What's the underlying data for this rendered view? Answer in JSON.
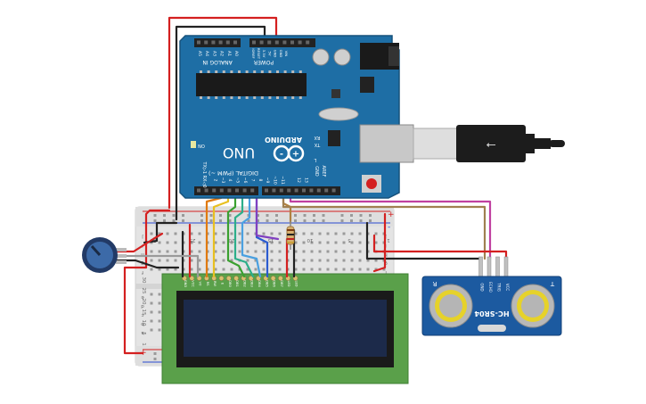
{
  "arduino": {
    "brand": "ARDUINO",
    "model": "UNO",
    "analog_label": "ANALOG IN",
    "power_label": "POWER",
    "digital_label": "DIGITAL (PWM ~)",
    "aref": "AREF",
    "gnd": "GND",
    "on_label": "ON",
    "tx_label": "TX",
    "rx_label": "RX",
    "l_label": "L",
    "txrx_pins": "TX▷1  RX◁0",
    "analog_pins": [
      "A5",
      "A4",
      "A3",
      "A2",
      "A1",
      "A0"
    ],
    "power_pins": [
      "VIN",
      "GND",
      "GND",
      "5V",
      "3.3V",
      "RESET",
      "IOREF"
    ],
    "digital_pins": [
      "~11",
      "~10",
      "~9",
      "8",
      "7",
      "~6",
      "~5",
      "4",
      "~3",
      "2"
    ],
    "digital_pins_top": [
      "12",
      "13"
    ]
  },
  "sensor": {
    "model": "HC-SR04",
    "pins": [
      "VCC",
      "TRIG",
      "ECHO",
      "GND"
    ],
    "left_mark": "T",
    "right_mark": "R"
  },
  "lcd": {
    "pins": [
      "GND",
      "VCC",
      "V0",
      "RS",
      "RW",
      "E",
      "DB0",
      "DB1",
      "DB2",
      "DB3",
      "DB4",
      "DB5",
      "DB6",
      "DB7",
      "LED",
      "LED"
    ]
  },
  "breadboard": {
    "plus": "+",
    "minus": "-",
    "col_labels": [
      "30",
      "25",
      "20",
      "15",
      "10",
      "5",
      "1"
    ],
    "row_labels": [
      "j",
      "i",
      "h",
      "g",
      "f",
      "e",
      "d",
      "c",
      "b",
      "a"
    ]
  },
  "colors": {
    "arduino_blue": "#1e6ea5",
    "sensor_blue": "#1c5aa0",
    "lcd_green": "#5aa04a",
    "lcd_screen": "#1c2a4a",
    "wire_red": "#d42020",
    "wire_black": "#222222",
    "wire_magenta": "#c040a0",
    "wire_tan": "#a08050"
  },
  "icons": [
    "usb-cable-icon",
    "potentiometer-icon",
    "resistor-icon",
    "chip-icon",
    "arduino-logo-icon"
  ]
}
